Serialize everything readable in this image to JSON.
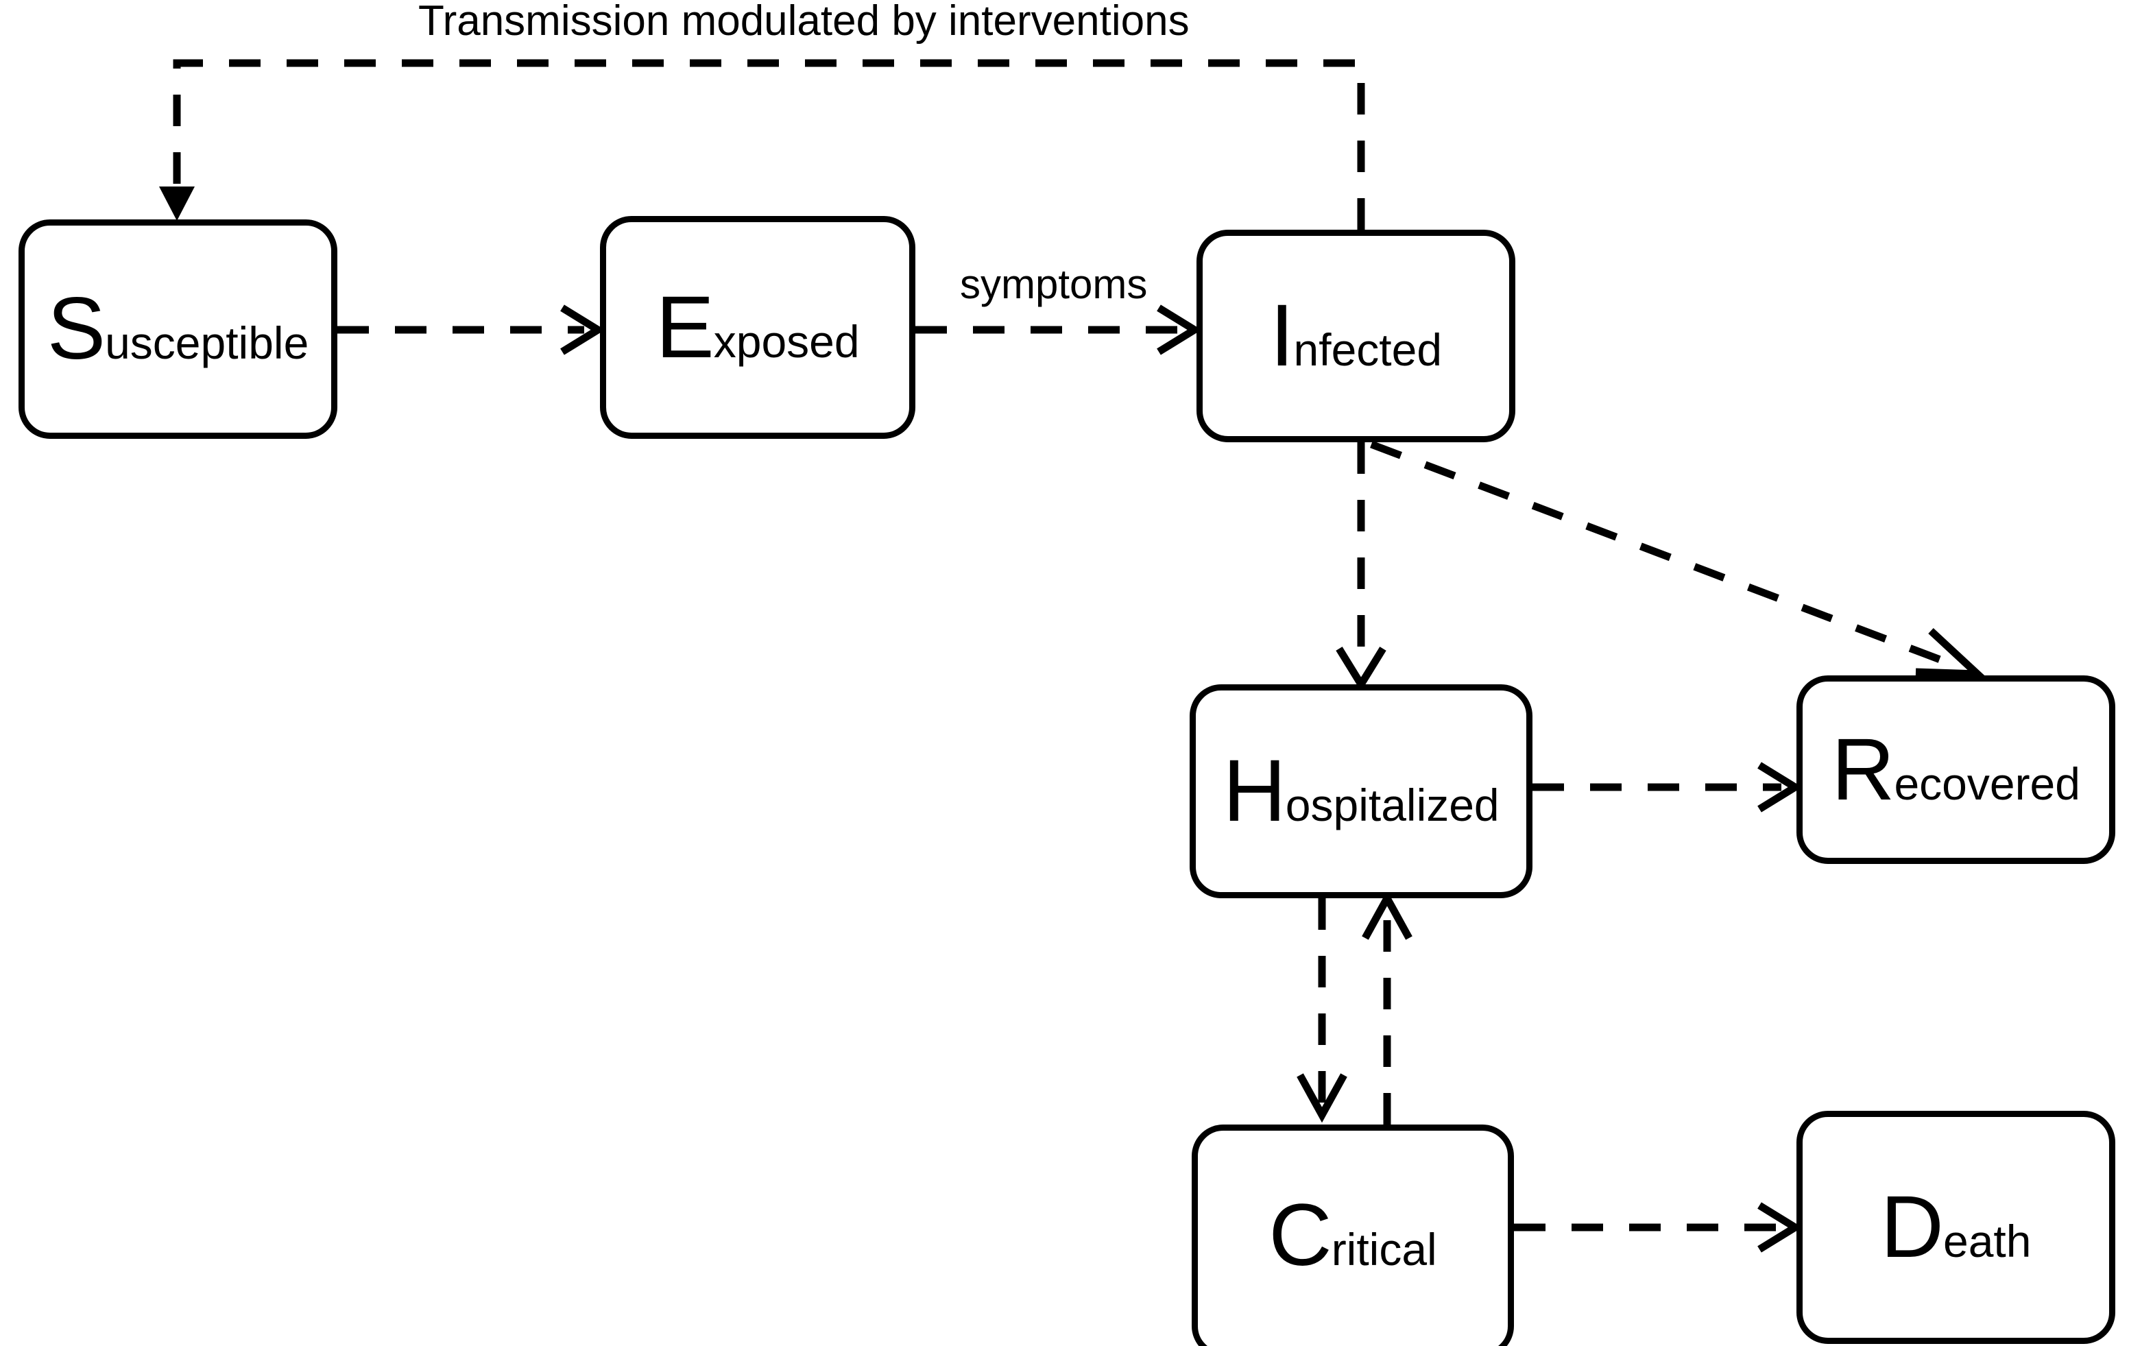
{
  "diagram": {
    "title": "Transmission modulated by interventions",
    "background_color": "#ffffff",
    "stroke_color": "#000000"
  },
  "nodes": [
    {
      "id": "S",
      "initial": "S",
      "rest": "usceptible",
      "full": "Susceptible"
    },
    {
      "id": "E",
      "initial": "E",
      "rest": "xposed",
      "full": "Exposed"
    },
    {
      "id": "I",
      "initial": "I",
      "rest": "nfected",
      "full": "Infected"
    },
    {
      "id": "H",
      "initial": "H",
      "rest": "ospitalized",
      "full": "Hospitalized"
    },
    {
      "id": "R",
      "initial": "R",
      "rest": "ecovered",
      "full": "Recovered"
    },
    {
      "id": "C",
      "initial": "C",
      "rest": "ritical",
      "full": "Critical"
    },
    {
      "id": "D",
      "initial": "D",
      "rest": "eath",
      "full": "Death"
    }
  ],
  "edges": [
    {
      "id": "s-to-e",
      "from": "S",
      "to": "E",
      "label": "",
      "style": "dashed"
    },
    {
      "id": "e-to-i",
      "from": "E",
      "to": "I",
      "label": "symptoms",
      "style": "dashed"
    },
    {
      "id": "i-to-h",
      "from": "I",
      "to": "H",
      "label": "",
      "style": "dashed"
    },
    {
      "id": "i-to-r",
      "from": "I",
      "to": "R",
      "label": "",
      "style": "dashed"
    },
    {
      "id": "h-to-r",
      "from": "H",
      "to": "R",
      "label": "",
      "style": "dashed"
    },
    {
      "id": "h-to-c",
      "from": "H",
      "to": "C",
      "label": "",
      "style": "dashed"
    },
    {
      "id": "c-to-h",
      "from": "C",
      "to": "H",
      "label": "",
      "style": "dashed"
    },
    {
      "id": "c-to-d",
      "from": "C",
      "to": "D",
      "label": "",
      "style": "dashed"
    },
    {
      "id": "i-to-s-feedback",
      "from": "I",
      "to": "S",
      "label": "Transmission modulated by interventions",
      "style": "dashed"
    }
  ],
  "labels": {
    "symptoms": "symptoms"
  }
}
